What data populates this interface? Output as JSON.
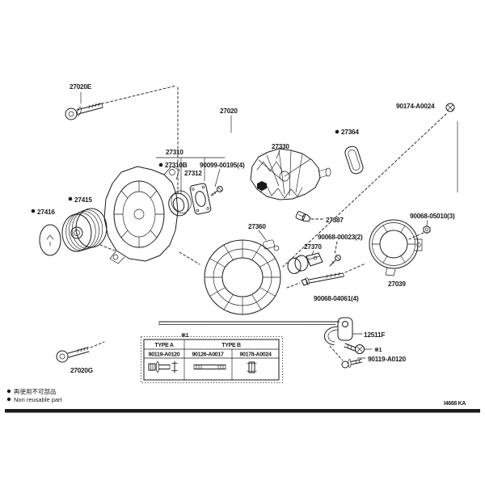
{
  "labels": {
    "bolt_upper": "27020E",
    "assembly": "27020",
    "bearing_group": "27310",
    "bearing": "27310B",
    "retainer": "27312",
    "retainer_screw": "90099-00195(4)",
    "rotor": "27330",
    "insulator": "27364",
    "through_bolt": "90174-A0024",
    "pulley": "27415",
    "pulley_cover": "27416",
    "terminal_insulator": "27387",
    "holder_screw": "90068-00023(2)",
    "brush_holder": "27370",
    "stator": "27360",
    "cover_screw": "90068-04061(4)",
    "rear_cover": "27039",
    "terminal_nut": "90068-05010(3)",
    "stay": "12511F",
    "stay_bolt": "90119-A0120",
    "bolt_lower": "27020G"
  },
  "notes": {
    "ref_table": "※1",
    "ref_bolt": "※1"
  },
  "table": {
    "header_a": "TYPE A",
    "header_b": "TYPE B",
    "cells": [
      "90119-A0120",
      "90126-A0017",
      "90178-A0024"
    ]
  },
  "legend": {
    "jp": "再使用不可部品",
    "en": "Non reusable part"
  },
  "footer": {
    "code": "I4668 KA"
  },
  "colors": {
    "ink": "#1a1a1a",
    "bg": "#ffffff"
  }
}
